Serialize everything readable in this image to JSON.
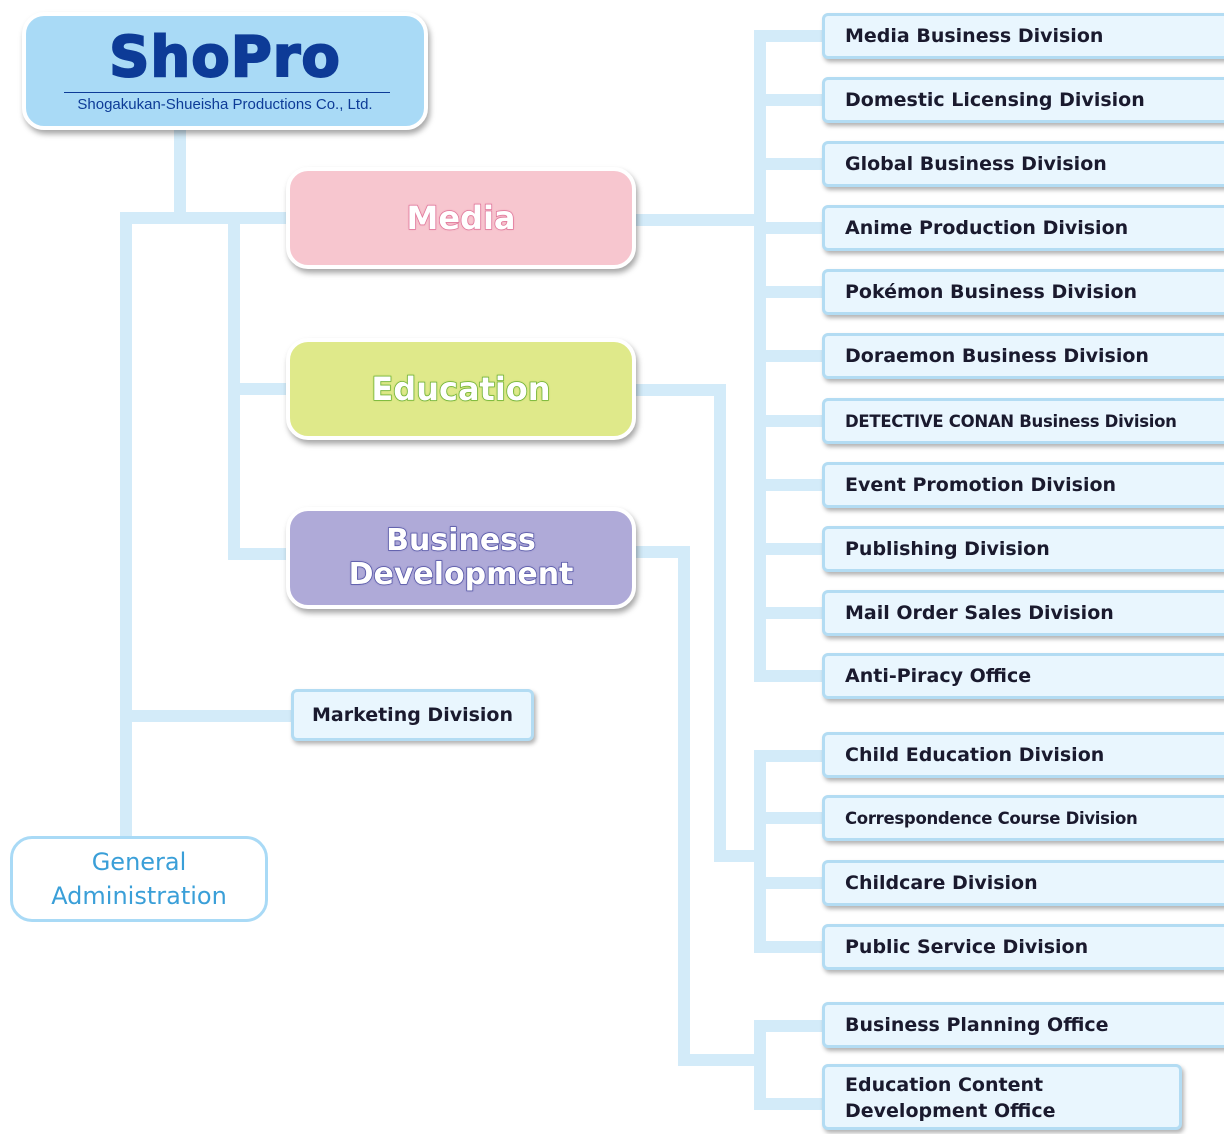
{
  "root": {
    "logo": "ShoPro",
    "subtitle": "Shogakukan-Shueisha Productions Co., Ltd."
  },
  "groups": {
    "media": "Media",
    "education": "Education",
    "business_development_line1": "Business",
    "business_development_line2": "Development"
  },
  "marketing": "Marketing Division",
  "general_administration": {
    "line1": "General",
    "line2": "Administration"
  },
  "media_divisions": [
    "Media Business Division",
    "Domestic Licensing Division",
    "Global Business Division",
    "Anime Production Division",
    "Pokémon Business Division",
    "Doraemon Business Division",
    "DETECTIVE CONAN Business Division",
    "Event Promotion Division",
    "Publishing Division",
    "Mail Order Sales Division",
    "Anti-Piracy Office"
  ],
  "education_divisions": [
    "Child Education Division",
    "Correspondence Course Division",
    "Childcare Division",
    "Public Service Division"
  ],
  "business_development_divisions": [
    "Business Planning Office",
    "Education Content Development Office"
  ],
  "colors": {
    "connector": "#d3ebf9",
    "root_fill": "#a9daf6",
    "logo_text": "#0d3b97",
    "media_fill": "#f7c6cf",
    "education_fill": "#dfe98a",
    "business_development_fill": "#afaad8",
    "division_fill": "#e9f6fe",
    "admin_text": "#3a9fd8"
  }
}
